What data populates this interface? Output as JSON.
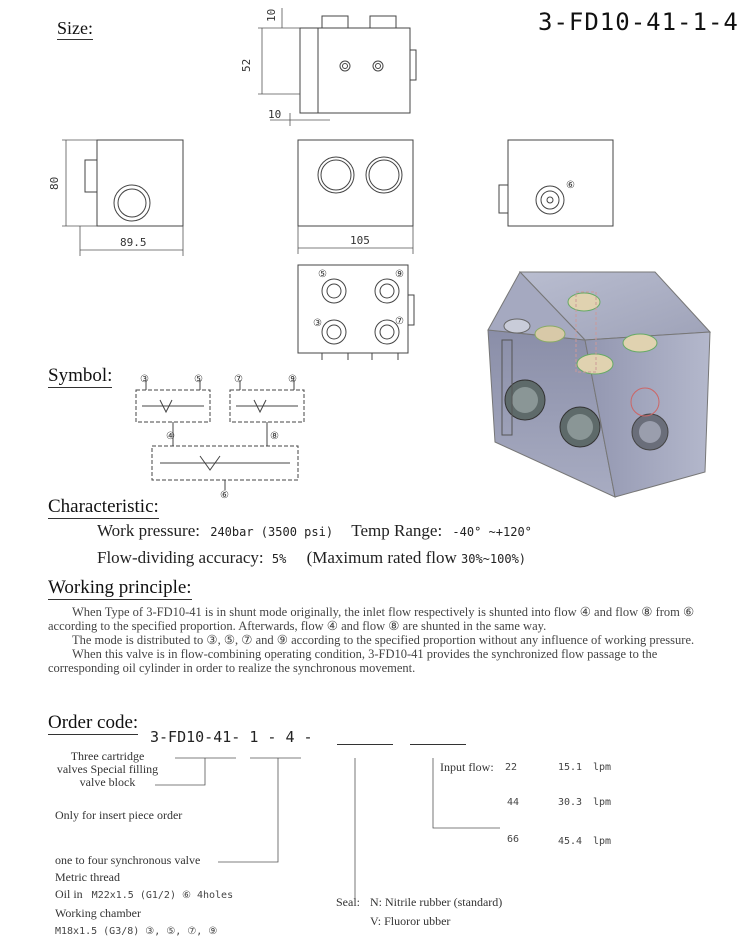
{
  "model_title": "3-FD10-41-1-4",
  "sections": {
    "size": "Size:",
    "symbol": "Symbol:",
    "characteristic": "Characteristic:",
    "working_principle": "Working principle:",
    "order_code": "Order code:"
  },
  "dimensions": {
    "top_10": "10",
    "top_52": "52",
    "top_10b": "10",
    "side_80": "80",
    "side_895": "89.5",
    "front_105": "105"
  },
  "port_labels": {
    "p3": "③",
    "p4": "④",
    "p5": "⑤",
    "p6": "⑥",
    "p7": "⑦",
    "p8": "⑧",
    "p9": "⑨"
  },
  "characteristic": {
    "work_pressure_label": "Work pressure:",
    "work_pressure_value": "240bar (3500 psi)",
    "temp_label": "Temp Range:",
    "temp_value": "-40° ~+120°",
    "accuracy_label": "Flow-dividing accuracy:",
    "accuracy_value": "5%",
    "max_flow_label": "(Maximum rated flow",
    "max_flow_value": "30%~100%)"
  },
  "principle": {
    "p1": "When Type of 3-FD10-41 is in shunt mode originally, the inlet flow respectively is shunted into flow ④ and flow ⑧ from ⑥ according to the specified proportion. Afterwards, flow ④ and flow ⑧ are shunted in the same way.",
    "p2": "The mode is distributed to ③, ⑤, ⑦ and ⑨ according to the specified proportion without any influence of working pressure.",
    "p3": "When this valve is in flow-combining operating condition, 3-FD10-41 provides the synchronized flow passage to the corresponding oil cylinder in order to realize the synchronous movement."
  },
  "order": {
    "code": "3-FD10-41- 1 - 4 -",
    "three_cartridge": "Three cartridge valves Special filling valve block",
    "insert_only": "Only for insert piece order",
    "sync_valve": "one to four synchronous valve",
    "metric_thread": "Metric thread",
    "oil_in_label": "Oil in",
    "oil_in_value": "M22x1.5 (G1/2) ⑥ 4holes",
    "working_chamber": "Working chamber",
    "working_chamber_value": "M18x1.5 (G3/8) ③, ⑤, ⑦, ⑨",
    "input_flow_label": "Input flow:",
    "flows": [
      {
        "lpm_in": "22",
        "lpm_out": "15.1",
        "unit": "lpm"
      },
      {
        "lpm_in": "44",
        "lpm_out": "30.3",
        "unit": "lpm"
      },
      {
        "lpm_in": "66",
        "lpm_out": "45.4",
        "unit": "lpm"
      }
    ],
    "seal_label": "Seal:",
    "seal_n": "N: Nitrile rubber (standard)",
    "seal_v": "V: Fluoror ubber"
  }
}
